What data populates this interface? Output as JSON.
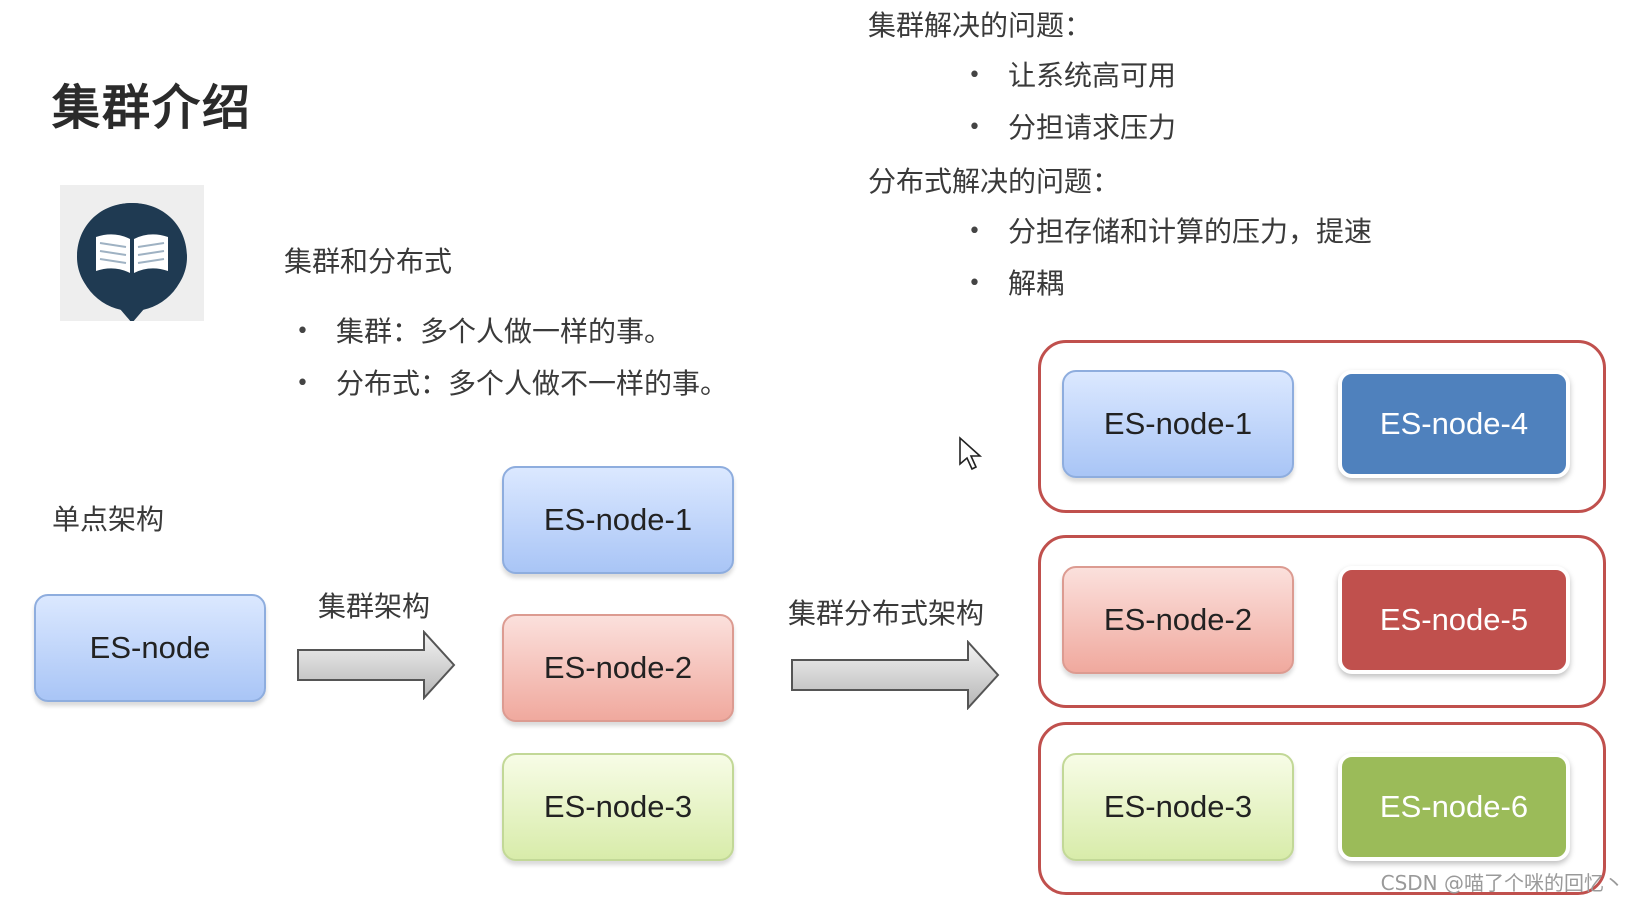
{
  "title": "集群介绍",
  "book_icon": "open-book-pin-icon",
  "section": {
    "heading": "集群和分布式",
    "bullets": [
      "集群：多个人做一样的事。",
      "分布式：多个人做不一样的事。"
    ]
  },
  "problems": {
    "cluster_heading": "集群解决的问题：",
    "cluster_bullets": [
      "让系统高可用",
      "分担请求压力"
    ],
    "distributed_heading": "分布式解决的问题：",
    "distributed_bullets": [
      "分担存储和计算的压力，提速",
      "解耦"
    ]
  },
  "single": {
    "label": "单点架构",
    "node": "ES-node"
  },
  "cluster": {
    "label": "集群架构",
    "nodes": [
      "ES-node-1",
      "ES-node-2",
      "ES-node-3"
    ]
  },
  "distributed": {
    "label": "集群分布式架构",
    "groups": [
      {
        "left": "ES-node-1",
        "right": "ES-node-4"
      },
      {
        "left": "ES-node-2",
        "right": "ES-node-5"
      },
      {
        "left": "ES-node-3",
        "right": "ES-node-6"
      }
    ]
  },
  "colors": {
    "group_border": "#c0504d",
    "node4": "#4f81bd",
    "node5": "#c0504d",
    "node6": "#9bbb59"
  },
  "watermark": "CSDN @喵了个咪的回忆丶"
}
